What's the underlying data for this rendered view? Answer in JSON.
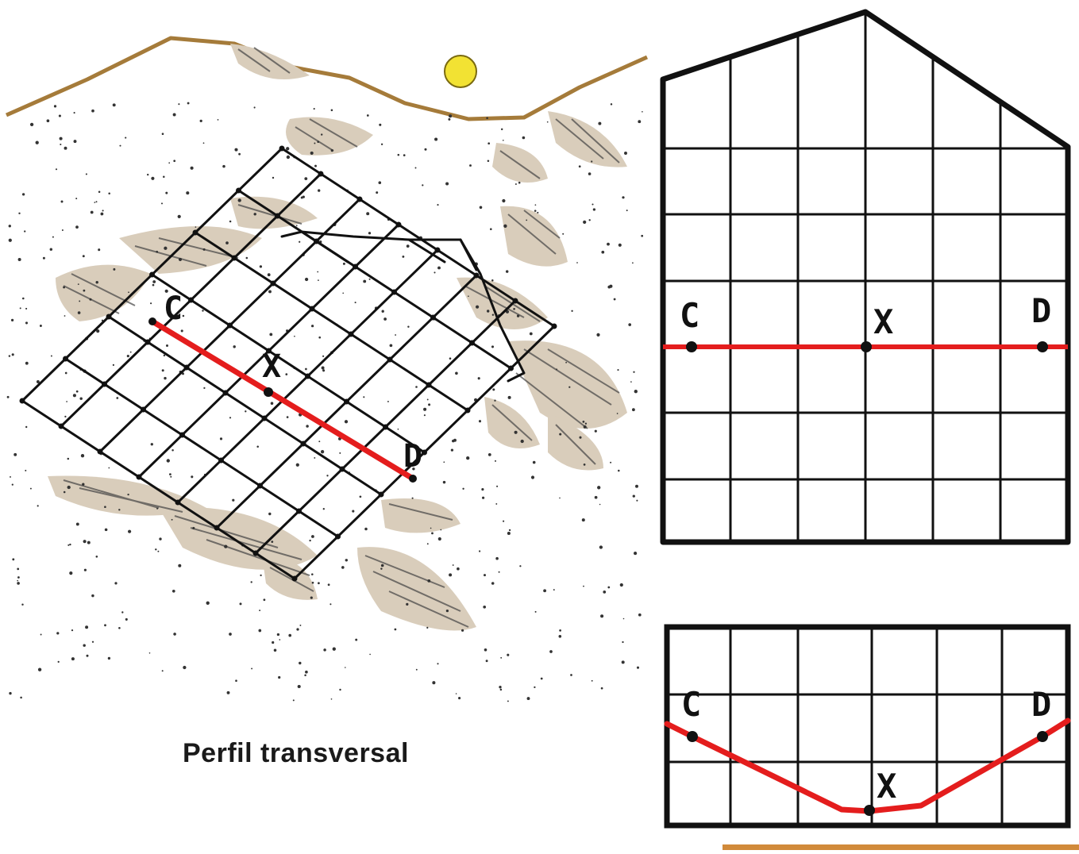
{
  "caption": "Perfil transversal",
  "points": {
    "c": "C",
    "d": "D",
    "x": "X"
  },
  "colors": {
    "profile_line": "#e41d1d",
    "ridge": "#a57b3a",
    "sun": "#f2e233",
    "rock_fill": "#d9cdbb",
    "grid": "#111111"
  }
}
